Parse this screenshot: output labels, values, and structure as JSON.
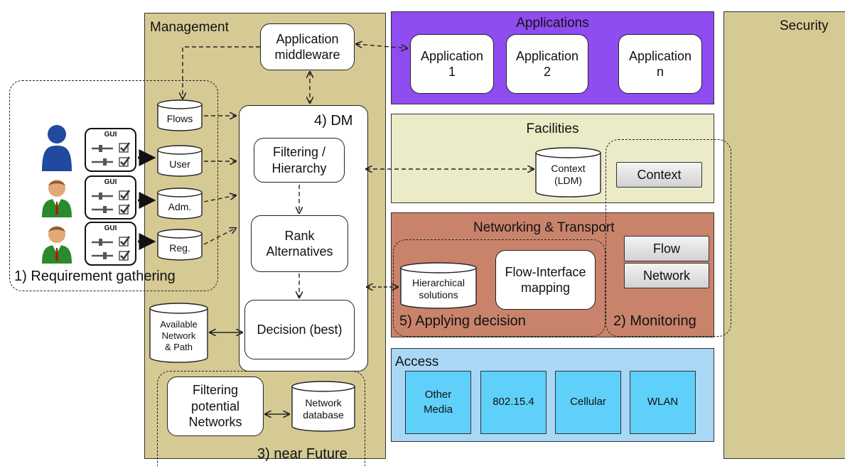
{
  "management": {
    "title": "Management"
  },
  "security": {
    "title": "Security"
  },
  "applications": {
    "title": "Applications",
    "items": [
      "Application\n1",
      "Application\n2",
      "Application\nn"
    ]
  },
  "facilities": {
    "title": "Facilities",
    "context_db": "Context\n(LDM)",
    "context": "Context"
  },
  "networking": {
    "title": "Networking & Transport",
    "flow": "Flow",
    "network": "Network",
    "hier": "Hierarchical\nsolutions",
    "mapping": "Flow-Interface\nmapping"
  },
  "access": {
    "title": "Access",
    "items": [
      "Other\nMedia",
      "802.15.4",
      "Cellular",
      "WLAN"
    ]
  },
  "middleware": "Application\nmiddleware",
  "dm": {
    "title": "4) DM",
    "filtering": "Filtering /\nHierarchy",
    "rank": "Rank\nAlternatives",
    "decision": "Decision (best)"
  },
  "inputs": {
    "flows": "Flows",
    "user": "User",
    "adm": "Adm.",
    "reg": "Reg."
  },
  "gui_label": "GUI",
  "available": "Available\nNetwork\n& Path",
  "filter_potential": "Filtering\npotential\nNetworks",
  "network_db": "Network\ndatabase",
  "labels": {
    "req": "1) Requirement gathering",
    "monitor": "2) Monitoring",
    "future": "3) near Future",
    "apply": "5) Applying decision"
  }
}
